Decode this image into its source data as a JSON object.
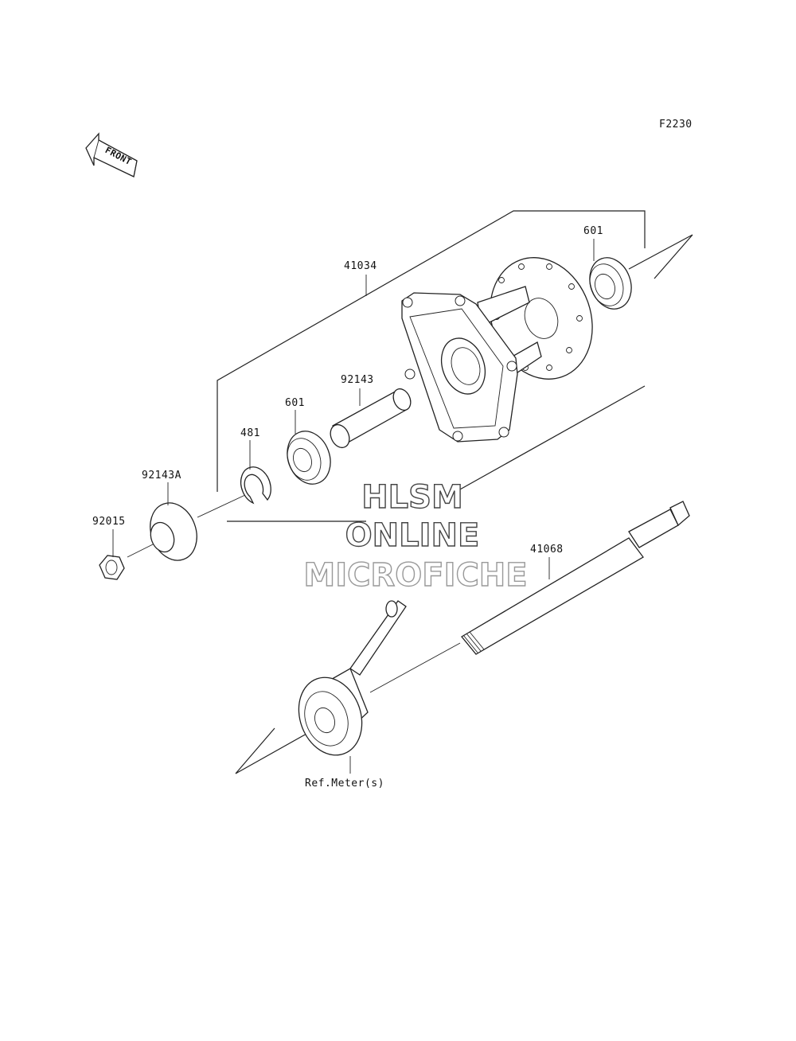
{
  "diagram_code": "F2230",
  "front_label": "FRONT",
  "parts": {
    "hub": "41034",
    "bearing_right": "601",
    "bearing_left": "601",
    "spacer_tube": "92143",
    "circlip": "481",
    "collar": "92143A",
    "nut": "92015",
    "axle": "41068",
    "meter_ref": "Ref.Meter(s)"
  },
  "watermark": {
    "line1": "HLSM",
    "line2": "ONLINE",
    "line3": "MICROFICHE"
  }
}
